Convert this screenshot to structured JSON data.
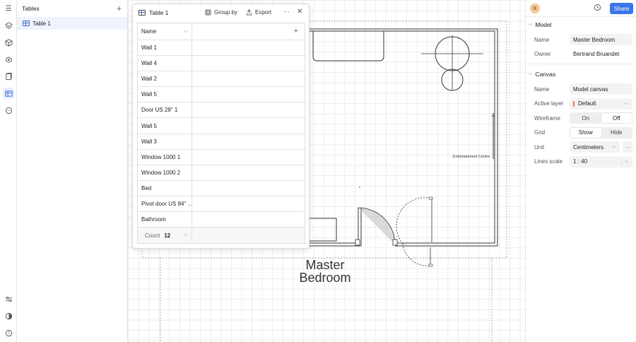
{
  "rail": {
    "icons": [
      "menu-icon",
      "layers-icon",
      "cube-icon",
      "objects-icon",
      "paint-icon",
      "pages-icon",
      "tables-icon",
      "comments-icon"
    ],
    "bottom_icons": [
      "settings-sliders-icon",
      "theme-icon",
      "help-icon"
    ]
  },
  "tables_panel": {
    "title": "Tables",
    "items": [
      {
        "label": "Table 1"
      }
    ]
  },
  "popup": {
    "title": "Table 1",
    "group_by_label": "Group by",
    "export_label": "Export",
    "column_header": "Name",
    "rows": [
      {
        "name": "Wall 1"
      },
      {
        "name": "Wall 4"
      },
      {
        "name": "Wall 2"
      },
      {
        "name": "Wall 5"
      },
      {
        "name": "Door US 28\" 1"
      },
      {
        "name": "Wall 5"
      },
      {
        "name": "Wall 3"
      },
      {
        "name": "Window 1000 1"
      },
      {
        "name": "Window 1000 2"
      },
      {
        "name": "Bed"
      },
      {
        "name": "Pivot door US 84\" ..."
      },
      {
        "name": "Bathroom"
      }
    ],
    "count_label": "Count",
    "count_value": "12"
  },
  "canvas": {
    "room_label": "Master Bedroom",
    "furniture_label": "Entertainment Centre"
  },
  "header": {
    "avatar_initial": "B",
    "share_label": "Share"
  },
  "model_section": {
    "title": "Model",
    "name_label": "Name",
    "name_value": "Master Bedroom",
    "owner_label": "Owner",
    "owner_value": "Bertrand Bruandet"
  },
  "canvas_section": {
    "title": "Canvas",
    "name_label": "Name",
    "name_value": "Model canvas",
    "active_layer_label": "Active layer",
    "active_layer_value": "Default",
    "wireframe_label": "Wireframe",
    "wireframe_options": [
      "On",
      "Off"
    ],
    "wireframe_selected": "Off",
    "grid_label": "Grid",
    "grid_options": [
      "Show",
      "Hide"
    ],
    "grid_selected": "Show",
    "unit_label": "Unit",
    "unit_value": "Centimeters",
    "lines_scale_label": "Lines scale",
    "lines_scale_value": "1 : 40"
  },
  "colors": {
    "accent": "#3b76e8",
    "selected_bg": "#eef3fd",
    "layer_color": "#e07a3b"
  }
}
